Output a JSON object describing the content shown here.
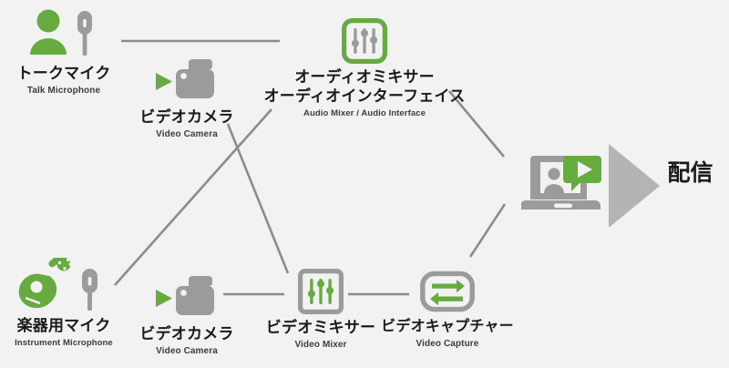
{
  "diagram": {
    "title": "Live Streaming Equipment Connection Diagram",
    "background_color": "#f2f2f2",
    "accent_green": "#66ab3f",
    "line_gray": "#8c8c8c",
    "icon_gray": "#9b9b9b"
  },
  "nodes": {
    "talk_microphone": {
      "label_ja": "トークマイク",
      "label_en": "Talk Microphone",
      "icon": "person-with-microphone-icon"
    },
    "video_camera_top": {
      "label_ja": "ビデオカメラ",
      "label_en": "Video Camera",
      "icon": "video-camera-icon"
    },
    "audio_mixer": {
      "label_ja_line1": "オーディオミキサー",
      "label_ja_line2": "オーディオインターフェイス",
      "label_en": "Audio Mixer / Audio Interface",
      "icon": "audio-mixer-sliders-icon"
    },
    "instrument_microphone": {
      "label_ja": "楽器用マイク",
      "label_en": "Instrument Microphone",
      "icon": "guitar-with-microphone-icon"
    },
    "video_camera_bottom": {
      "label_ja": "ビデオカメラ",
      "label_en": "Video Camera",
      "icon": "video-camera-icon"
    },
    "video_mixer": {
      "label_ja": "ビデオミキサー",
      "label_en": "Video Mixer",
      "icon": "video-mixer-sliders-icon"
    },
    "video_capture": {
      "label_ja": "ビデオキャプチャー",
      "label_en": "Video Capture",
      "icon": "video-capture-exchange-arrows-icon"
    },
    "laptop": {
      "icon": "laptop-with-video-chat-icon"
    },
    "delivery": {
      "label_ja": "配信",
      "icon": "right-arrow-icon"
    }
  },
  "connections": [
    {
      "from": "talk_microphone",
      "to": "audio_mixer",
      "style": "horizontal"
    },
    {
      "from": "instrument_microphone",
      "to": "audio_mixer",
      "style": "diagonal"
    },
    {
      "from": "video_camera_top",
      "to": "video_mixer",
      "style": "diagonal"
    },
    {
      "from": "video_camera_bottom",
      "to": "video_mixer",
      "style": "horizontal"
    },
    {
      "from": "video_mixer",
      "to": "video_capture",
      "style": "horizontal"
    },
    {
      "from": "audio_mixer",
      "to": "laptop",
      "style": "diagonal"
    },
    {
      "from": "video_capture",
      "to": "laptop",
      "style": "diagonal"
    },
    {
      "from": "laptop",
      "to": "delivery",
      "style": "arrow"
    }
  ]
}
